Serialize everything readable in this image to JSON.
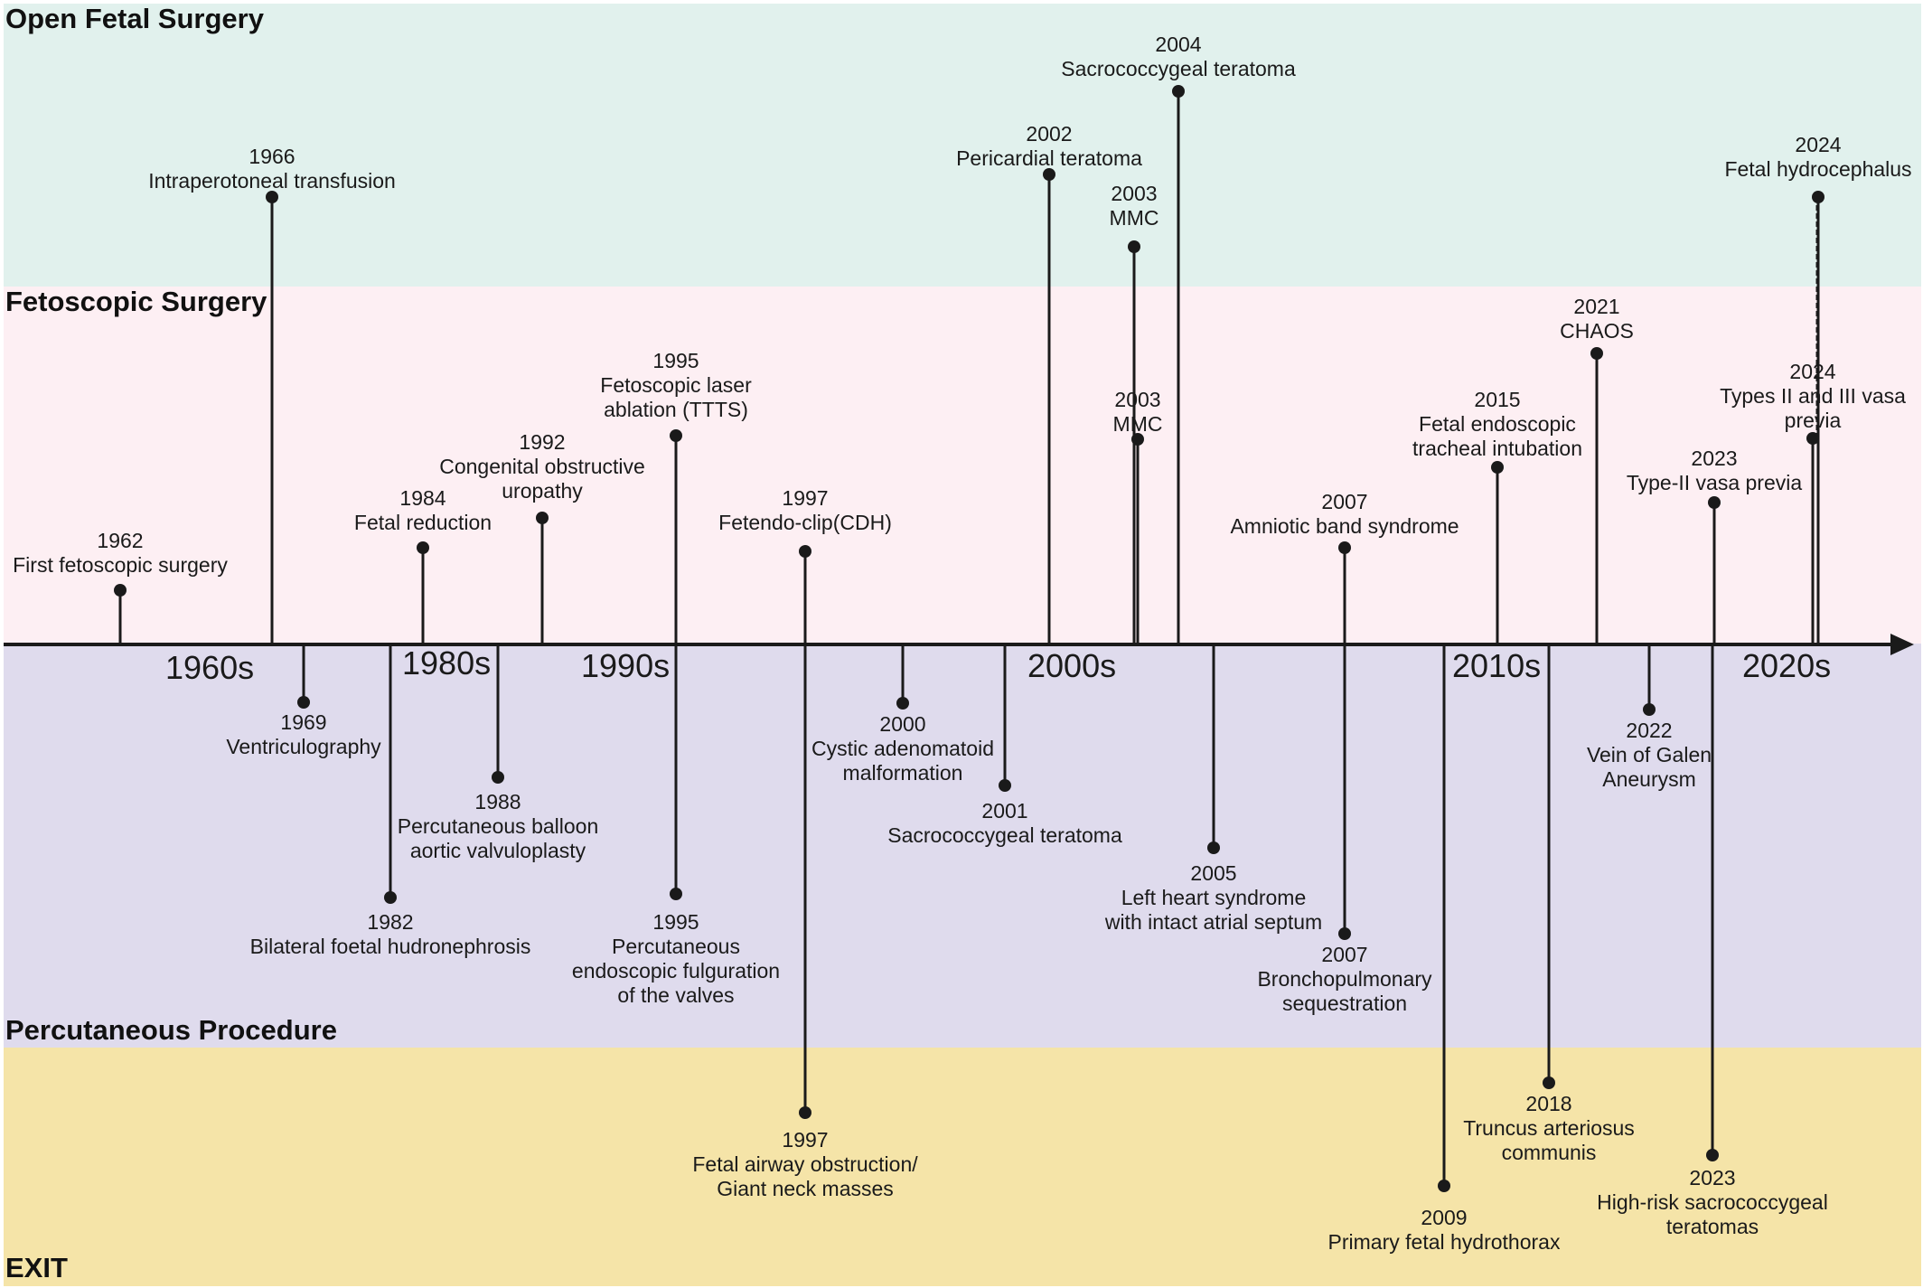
{
  "bands": [
    {
      "id": "open",
      "title": "Open Fetal Surgery",
      "color": "#e1f1ed"
    },
    {
      "id": "fetoscopic",
      "title": "Fetoscopic Surgery",
      "color": "#fdeff3"
    },
    {
      "id": "percutaneous",
      "title": "Percutaneous Procedure",
      "color": "#dfdbed"
    },
    {
      "id": "exit",
      "title": "EXIT",
      "color": "#f5e4a8"
    }
  ],
  "decades": [
    "1960s",
    "1980s",
    "1990s",
    "2000s",
    "2010s",
    "2020s"
  ],
  "events": [
    {
      "year": "1962",
      "label": [
        "First fetoscopic surgery"
      ],
      "category": "fetoscopic"
    },
    {
      "year": "1966",
      "label": [
        "Intraperotoneal transfusion"
      ],
      "category": "open"
    },
    {
      "year": "1969",
      "label": [
        "Ventriculography"
      ],
      "category": "percutaneous"
    },
    {
      "year": "1982",
      "label": [
        "Bilateral foetal hudronephrosis"
      ],
      "category": "percutaneous"
    },
    {
      "year": "1984",
      "label": [
        "Fetal reduction"
      ],
      "category": "fetoscopic"
    },
    {
      "year": "1988",
      "label": [
        "Percutaneous balloon",
        "aortic valvuloplasty"
      ],
      "category": "percutaneous"
    },
    {
      "year": "1992",
      "label": [
        "Congenital obstructive",
        "uropathy"
      ],
      "category": "fetoscopic"
    },
    {
      "year": "1995",
      "label": [
        "Fetoscopic laser",
        "ablation (TTTS)"
      ],
      "category": "fetoscopic"
    },
    {
      "year": "1995",
      "label": [
        "Percutaneous",
        "endoscopic fulguration",
        "of the valves"
      ],
      "category": "percutaneous"
    },
    {
      "year": "1997",
      "label": [
        "Fetendo-clip(CDH)"
      ],
      "category": "fetoscopic"
    },
    {
      "year": "1997",
      "label": [
        "Fetal airway obstruction/",
        "Giant neck masses"
      ],
      "category": "exit"
    },
    {
      "year": "2000",
      "label": [
        "Cystic adenomatoid",
        "malformation"
      ],
      "category": "percutaneous"
    },
    {
      "year": "2001",
      "label": [
        "Sacrococcygeal teratoma"
      ],
      "category": "percutaneous"
    },
    {
      "year": "2002",
      "label": [
        "Pericardial teratoma"
      ],
      "category": "open"
    },
    {
      "year": "2003",
      "label": [
        "MMC"
      ],
      "category": "open"
    },
    {
      "year": "2003",
      "label": [
        "MMC"
      ],
      "category": "fetoscopic"
    },
    {
      "year": "2004",
      "label": [
        "Sacrococcygeal teratoma"
      ],
      "category": "open"
    },
    {
      "year": "2005",
      "label": [
        "Left heart syndrome",
        "with intact atrial septum"
      ],
      "category": "percutaneous"
    },
    {
      "year": "2007",
      "label": [
        "Amniotic band syndrome"
      ],
      "category": "fetoscopic"
    },
    {
      "year": "2007",
      "label": [
        "Bronchopulmonary",
        "sequestration"
      ],
      "category": "percutaneous"
    },
    {
      "year": "2009",
      "label": [
        "Primary fetal hydrothorax"
      ],
      "category": "exit"
    },
    {
      "year": "2015",
      "label": [
        "Fetal endoscopic",
        "tracheal intubation"
      ],
      "category": "fetoscopic"
    },
    {
      "year": "2018",
      "label": [
        "Truncus arteriosus",
        "communis"
      ],
      "category": "exit"
    },
    {
      "year": "2021",
      "label": [
        "CHAOS"
      ],
      "category": "fetoscopic"
    },
    {
      "year": "2022",
      "label": [
        "Vein of Galen",
        "Aneurysm"
      ],
      "category": "percutaneous"
    },
    {
      "year": "2023",
      "label": [
        "Type-II vasa previa"
      ],
      "category": "fetoscopic"
    },
    {
      "year": "2023",
      "label": [
        "High-risk sacrococcygeal",
        "teratomas"
      ],
      "category": "exit"
    },
    {
      "year": "2024",
      "label": [
        "Fetal hydrocephalus"
      ],
      "category": "open"
    },
    {
      "year": "2024",
      "label": [
        "Types II and III vasa",
        "previa"
      ],
      "category": "fetoscopic"
    }
  ],
  "links": [
    {
      "from_year": "2003",
      "from_category": "open",
      "to_category": "fetoscopic",
      "style": "dashed"
    },
    {
      "from_year": "2024",
      "from_category": "open",
      "to_category": "fetoscopic",
      "style": "dashed"
    }
  ]
}
